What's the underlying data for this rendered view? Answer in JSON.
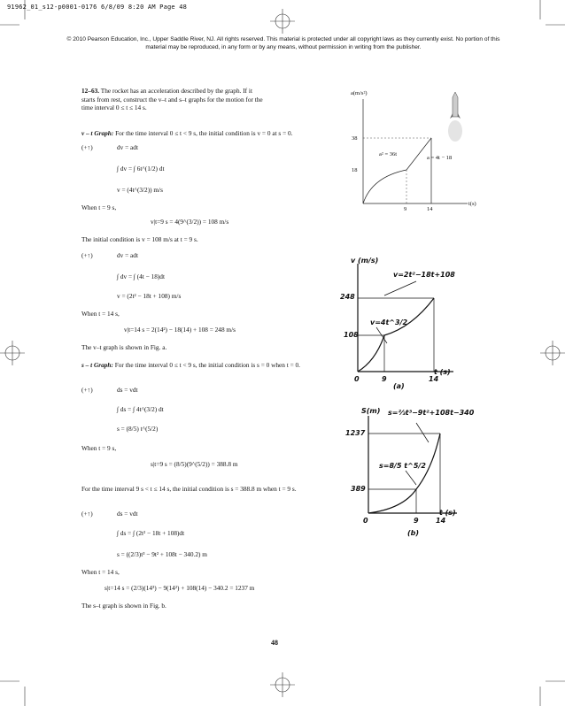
{
  "slug": "91962_01_s12-p0001-0176  6/8/09  8:20 AM  Page 48",
  "copyright": "© 2010 Pearson Education, Inc., Upper Saddle River, NJ. All rights reserved. This material is protected under all copyright laws as they currently exist. No portion of this material may be reproduced, in any form or by any means, without permission in writing from the publisher.",
  "problem": {
    "number": "12–63.",
    "text": "The rocket has an acceleration described by the graph. If it starts from rest, construct the v–t and s–t graphs for the motion for the time interval 0 ≤ t ≤ 14 s."
  },
  "vt": {
    "heading": "v – t Graph:",
    "intro": "For the time interval 0 ≤ t < 9 s, the initial condition is v = 0 at s = 0.",
    "sign": "(+↑)",
    "eq1": "dv = adt",
    "eq2": "∫ dv = ∫ 6t^(1/2) dt",
    "eq3": "v = (4t^(3/2)) m/s",
    "when1": "When t = 9 s,",
    "eval1": "v|t=9 s = 4(9^(3/2)) = 108 m/s",
    "cond2": "The initial condition is v = 108 m/s at t = 9 s.",
    "sign2": "(+↑)",
    "eq4": "dv = adt",
    "eq5": "∫ dv = ∫ (4t − 18)dt",
    "eq6": "v = (2t² − 18t + 108) m/s",
    "when2": "When t = 14 s,",
    "eval2": "v|t=14 s = 2(14²) − 18(14) + 108 = 248 m/s",
    "shown": "The v–t graph is shown in Fig. a."
  },
  "st": {
    "heading": "s – t Graph:",
    "intro": "For the time interval 0 ≤ t < 9 s, the initial condition is s = 0 when t = 0.",
    "sign": "(+↑)",
    "eq1": "ds = vdt",
    "eq2": "∫ ds = ∫ 4t^(3/2) dt",
    "eq3": "s = (8/5) t^(5/2)",
    "when1": "When t = 9 s,",
    "eval1": "s|t=9 s = (8/5)(9^(5/2)) = 388.8 m",
    "cond2": "For the time interval 9 s < t ≤ 14 s, the initial condition is s = 388.8 m when t = 9 s.",
    "sign2": "(+↑)",
    "eq4": "ds = vdt",
    "eq5": "∫ ds = ∫ (2t² − 18t + 108)dt",
    "eq6": "s = ((2/3)t³ − 9t² + 108t − 340.2) m",
    "when2": "When t = 14 s,",
    "eval2": "s|t=14 s = (2/3)(14³) − 9(14²) + 108(14) − 340.2 = 1237 m",
    "shown": "The s–t graph is shown in Fig. b."
  },
  "accel_graph": {
    "ylabel": "a(m/s²)",
    "xlabel": "t(s)",
    "y_ticks": [
      "38",
      "18"
    ],
    "x_ticks": [
      "9",
      "14"
    ],
    "curve1": "a² = 36t",
    "curve2": "a = 4t − 18"
  },
  "fig_a": {
    "ylabel": "v (m/s)",
    "xlabel": "t (s)",
    "y_ticks": [
      "248",
      "108"
    ],
    "x_ticks": [
      "0",
      "9",
      "14"
    ],
    "eq_upper": "v=2t²−18t+108",
    "eq_lower": "v=4t^3/2",
    "caption": "(a)"
  },
  "fig_b": {
    "ylabel": "S(m)",
    "xlabel": "t (s)",
    "y_ticks": [
      "1237",
      "389"
    ],
    "x_ticks": [
      "0",
      "9",
      "14"
    ],
    "eq_upper": "s=⅔t³−9t²+108t−340",
    "eq_lower": "s=8/5 t^5/2",
    "caption": "(b)"
  },
  "page_number": "48"
}
